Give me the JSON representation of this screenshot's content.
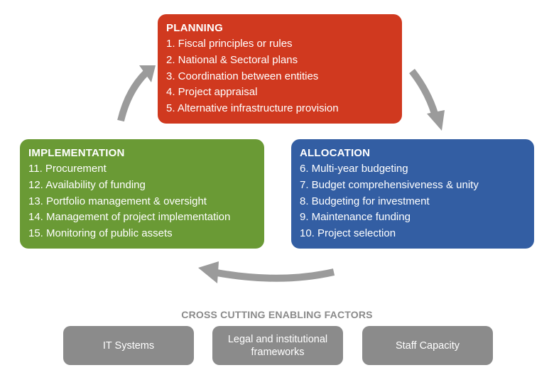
{
  "stages": {
    "planning": {
      "title": "PLANNING",
      "color": "#d0391f",
      "items": [
        "1. Fiscal principles or rules",
        "2. National & Sectoral plans",
        "3. Coordination between entities",
        "4. Project appraisal",
        "5. Alternative infrastructure provision"
      ]
    },
    "allocation": {
      "title": "ALLOCATION",
      "color": "#335ea3",
      "items": [
        "6. Multi-year budgeting",
        "7. Budget comprehensiveness & unity",
        "8. Budgeting for investment",
        "9. Maintenance funding",
        "10. Project selection"
      ]
    },
    "implementation": {
      "title": "IMPLEMENTATION",
      "color": "#6a9a35",
      "items": [
        "11. Procurement",
        "12. Availability of funding",
        "13. Portfolio management & oversight",
        "14. Management of project implementation",
        "15. Monitoring of public assets"
      ]
    }
  },
  "arrow_color": "#9b9b9b",
  "cross_cutting": {
    "title": "CROSS CUTTING ENABLING FACTORS",
    "factors": [
      "IT Systems",
      "Legal and institutional frameworks",
      "Staff Capacity"
    ],
    "color": "#8b8b8b"
  }
}
